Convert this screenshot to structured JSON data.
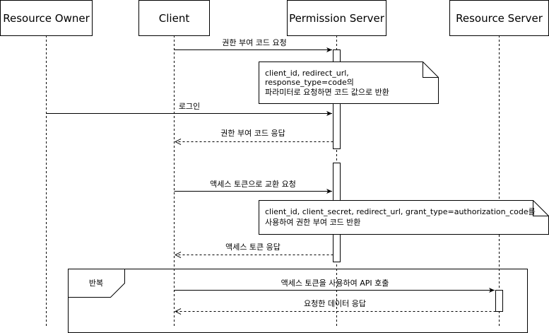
{
  "participants": [
    {
      "id": "owner",
      "label": "Resource Owner"
    },
    {
      "id": "client",
      "label": "Client"
    },
    {
      "id": "perm",
      "label": "Permission Server"
    },
    {
      "id": "resource",
      "label": "Resource Server"
    }
  ],
  "messages": [
    {
      "id": "m1",
      "label": "권한 부여 코드 요청",
      "style": "solid"
    },
    {
      "id": "m2",
      "label": "로그인",
      "style": "solid"
    },
    {
      "id": "m3",
      "label": "권한 부여 코드 응답",
      "style": "dashed"
    },
    {
      "id": "m4",
      "label": "액세스 토큰으로 교환 요청",
      "style": "solid"
    },
    {
      "id": "m5",
      "label": "액세스 토큰 응답",
      "style": "dashed"
    },
    {
      "id": "m6",
      "label": "액세스 토큰을 사용하여 API 호출",
      "style": "solid"
    },
    {
      "id": "m7",
      "label": "요청한 데이터 응답",
      "style": "dashed"
    }
  ],
  "notes": [
    {
      "id": "n1",
      "lines": [
        "client_id, redirect_url,",
        "response_type=code의",
        "파라미터로 요청하면 코드 값으로 반환"
      ]
    },
    {
      "id": "n2",
      "lines": [
        "client_id, client_secret, redirect_url, grant_type=authorization_code를",
        "사용하여 권한 부여 코드 반환"
      ]
    }
  ],
  "loop": {
    "label": "반복"
  },
  "colors": {
    "stroke": "#000000",
    "fill": "#ffffff"
  }
}
